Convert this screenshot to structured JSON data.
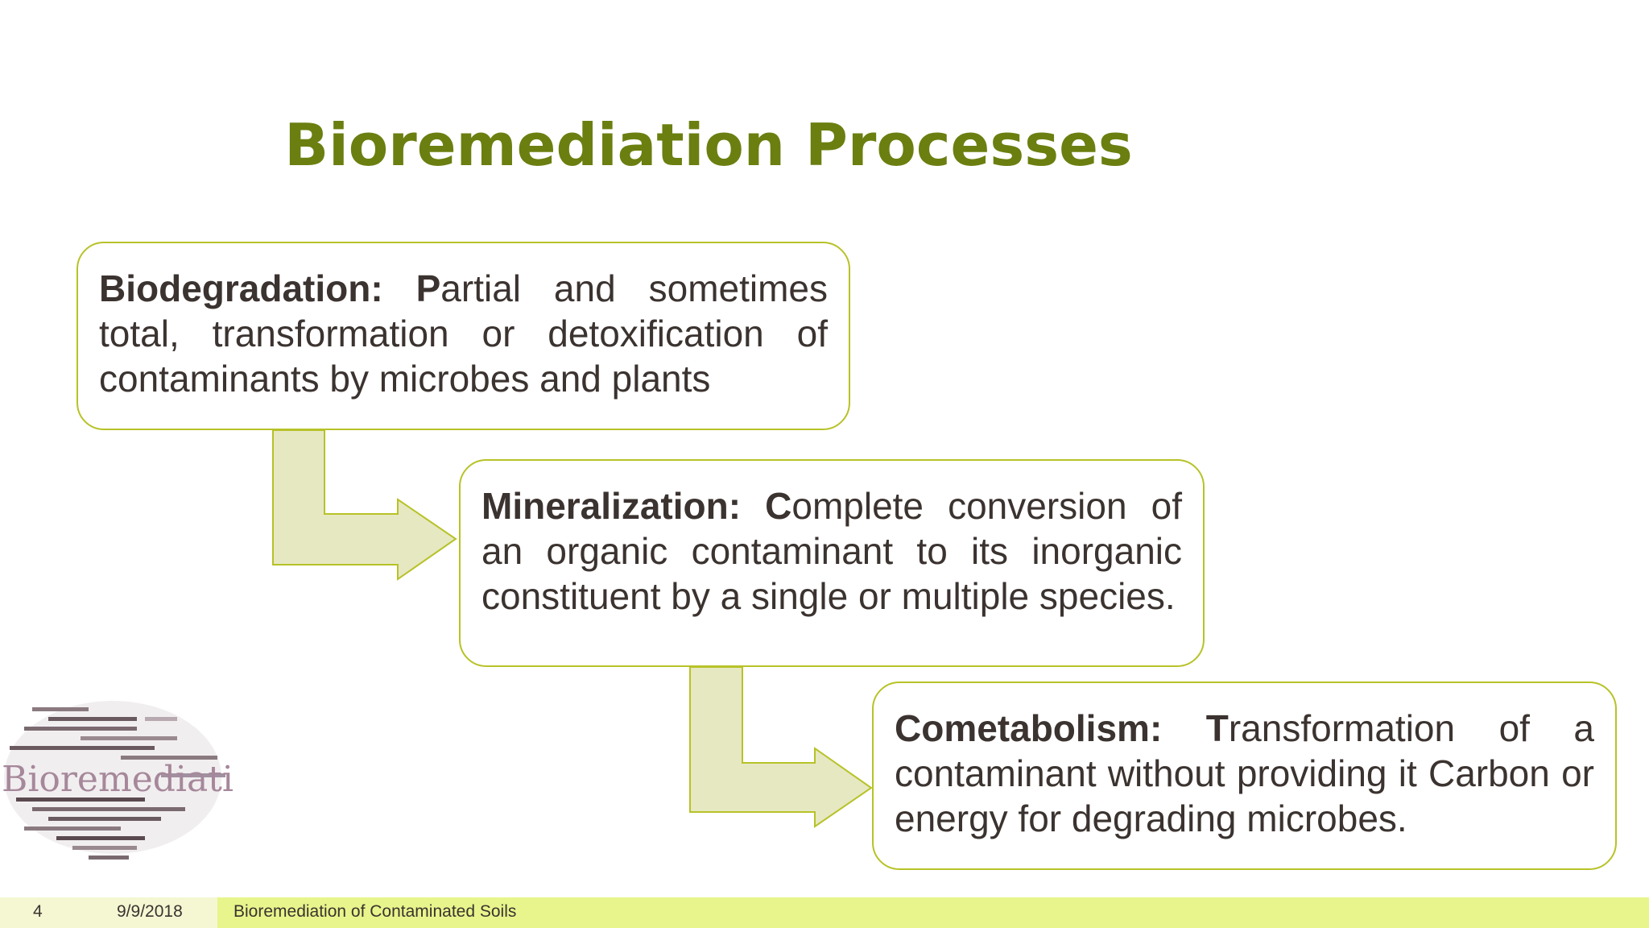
{
  "slide": {
    "title": "Bioremediation Processes",
    "boxes": [
      {
        "term": "Biodegradation:",
        "lead": "P",
        "rest": "artial and sometimes total, transformation or detoxification of contaminants by microbes and plants"
      },
      {
        "term": "Mineralization:",
        "lead": "C",
        "rest": "omplete conversion of an organic contaminant to its inorganic constituent by a single or multiple species."
      },
      {
        "term": "Cometabolism:",
        "lead": "T",
        "rest": "ransformation of a contaminant without providing it Carbon or energy for degrading microbes."
      }
    ],
    "image_word": "Bioremediation"
  },
  "footer": {
    "slide_number": "4",
    "date": "9/9/2018",
    "text": "Bioremediation of Contaminated Soils"
  },
  "colors": {
    "title": "#6a7f10",
    "box_border": "#b7c227",
    "arrow_fill": "#e6e8c2",
    "footer_bar": "#e8f58c",
    "body_text": "#3b3330"
  },
  "icons": [
    "bent-arrow-icon",
    "word-cloud-image"
  ]
}
